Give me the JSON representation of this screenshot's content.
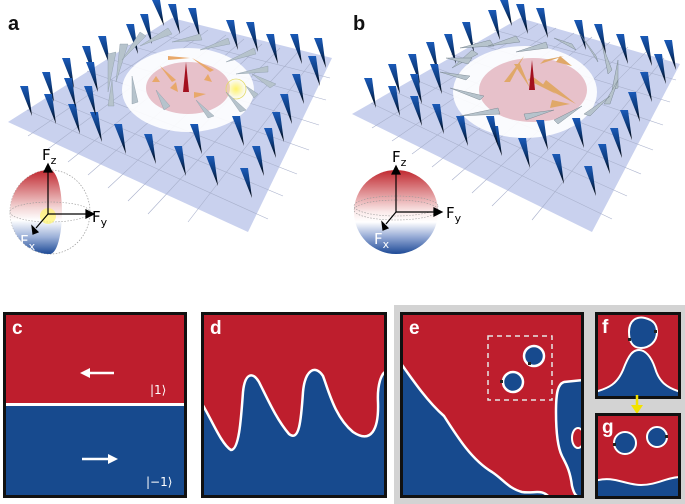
{
  "figure": {
    "panels": {
      "a": {
        "label": "a",
        "sphere_axes": {
          "z": "F",
          "z_sub": "z",
          "y": "F",
          "y_sub": "y",
          "x": "F",
          "x_sub": "x"
        },
        "description": "spin texture with skyrmion-like core; half-sphere order parameter"
      },
      "b": {
        "label": "b",
        "sphere_axes": {
          "z": "F",
          "z_sub": "z",
          "y": "F",
          "y_sub": "y",
          "x": "F",
          "x_sub": "x"
        },
        "description": "spin texture with full-sphere order parameter"
      },
      "c": {
        "label": "c",
        "top_state": "|1⟩",
        "bottom_state": "|−1⟩",
        "top_arrow": "left",
        "bottom_arrow": "right"
      },
      "d": {
        "label": "d"
      },
      "e": {
        "label": "e"
      },
      "f": {
        "label": "f"
      },
      "g": {
        "label": "g"
      }
    },
    "colors": {
      "red_domain": "#be1e2d",
      "blue_domain": "#174a8e",
      "domain_wall": "#ffffff",
      "grid_plane": "#c9d1ee",
      "cone_blue": "#0f4a9a",
      "gray_background": "#d3d3d3",
      "transition_arrow": "#f2e200"
    }
  }
}
